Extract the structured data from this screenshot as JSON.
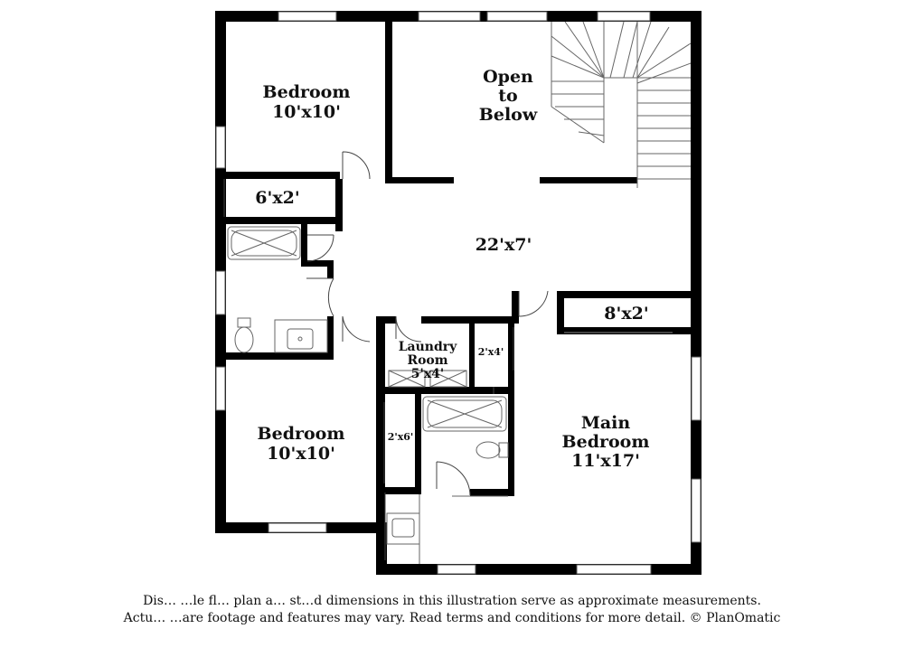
{
  "rooms": {
    "bedroom_nw": {
      "name": "Bedroom",
      "size": "10'x10'"
    },
    "open_below": {
      "line1": "Open",
      "line2": "to",
      "line3": "Below"
    },
    "closet_6x2": {
      "size": "6'x2'"
    },
    "hall": {
      "size": "22'x7'"
    },
    "closet_8x2": {
      "size": "8'x2'"
    },
    "laundry": {
      "line1": "Laundry",
      "line2": "Room",
      "size": "5'x4'"
    },
    "closet_2x4": {
      "size": "2'x4'"
    },
    "closet_2x6": {
      "size": "2'x6'"
    },
    "bedroom_sw": {
      "name": "Bedroom",
      "size": "10'x10'"
    },
    "main_bedroom": {
      "line1": "Main",
      "line2": "Bedroom",
      "size": "11'x17'"
    }
  },
  "disclaimer": {
    "line1": "Dis… …le fl… plan a… st…d dimensions in this illustration serve as approximate measurements.",
    "line2": "Actu… …are footage and features may vary. Read terms and conditions for more detail. © PlanOmatic"
  }
}
